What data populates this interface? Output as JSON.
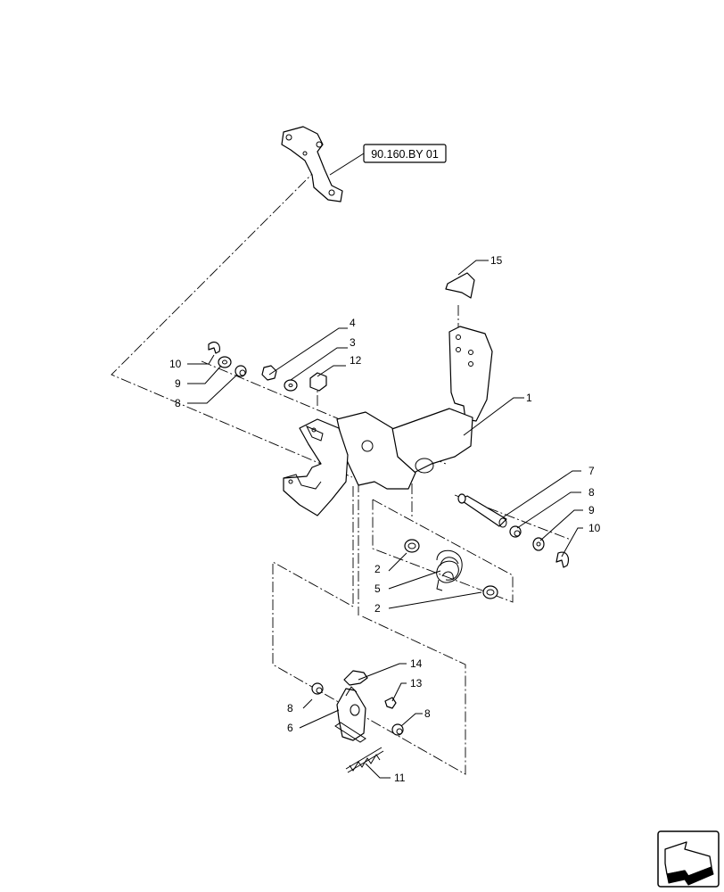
{
  "reference": {
    "text": "90.160.BY 01"
  },
  "callouts": [
    {
      "text": "15"
    },
    {
      "text": "4"
    },
    {
      "text": "3"
    },
    {
      "text": "12"
    },
    {
      "text": "10"
    },
    {
      "text": "9"
    },
    {
      "text": "8"
    },
    {
      "text": "1"
    },
    {
      "text": "7"
    },
    {
      "text": "8"
    },
    {
      "text": "9"
    },
    {
      "text": "10"
    },
    {
      "text": "2"
    },
    {
      "text": "5"
    },
    {
      "text": "2"
    },
    {
      "text": "14"
    },
    {
      "text": "13"
    },
    {
      "text": "8"
    },
    {
      "text": "8"
    },
    {
      "text": "6"
    },
    {
      "text": "11"
    }
  ],
  "nav": {
    "icon": "next-page-arrow-icon"
  }
}
